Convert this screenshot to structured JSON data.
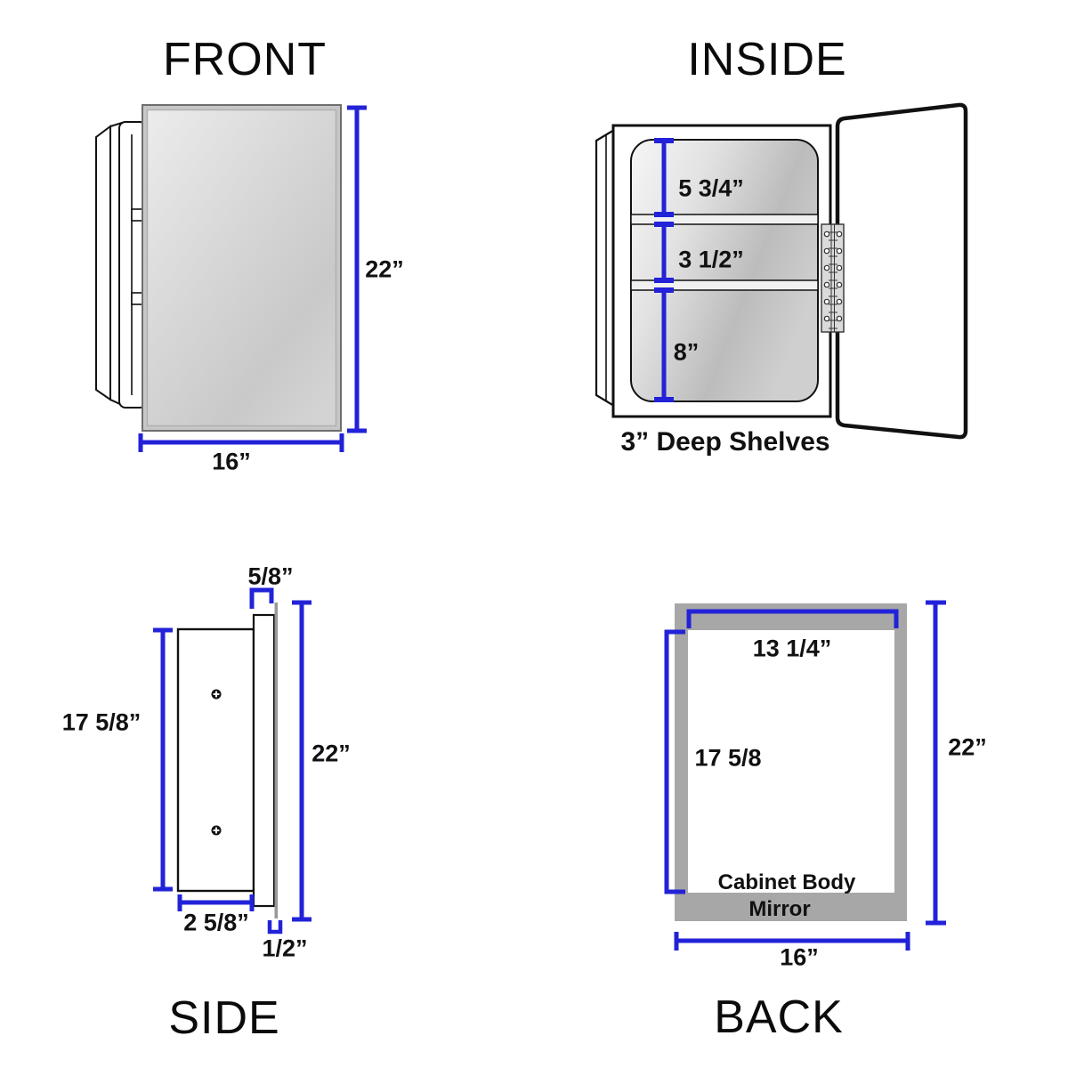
{
  "figure": "Medicine cabinet four-view dimension diagram",
  "colors": {
    "dimension_blue": "#2222d8",
    "outline_black": "#111111",
    "back_frame_gray": "#a7a7a7",
    "mirror_edge_gray": "#c7c7c7",
    "side_mirror_line_gray": "#999999"
  },
  "views": {
    "front": {
      "title": "FRONT",
      "height": "22”",
      "width": "16”"
    },
    "inside": {
      "title": "INSIDE",
      "shelf_top_gap": "5 3/4”",
      "shelf_middle_gap": "3 1/2”",
      "shelf_bottom_gap": "8”",
      "caption": "3” Deep Shelves"
    },
    "side": {
      "title": "SIDE",
      "frame_depth": "5/8”",
      "body_height": "17 5/8”",
      "overall_height": "22”",
      "body_depth": "2 5/8”",
      "mirror_overhang": "1/2”"
    },
    "back": {
      "title": "BACK",
      "opening_width": "13 1/4”",
      "opening_height": "17 5/8",
      "overall_height": "22”",
      "overall_width": "16”",
      "body_label": "Cabinet Body",
      "mirror_label": "Mirror"
    }
  }
}
